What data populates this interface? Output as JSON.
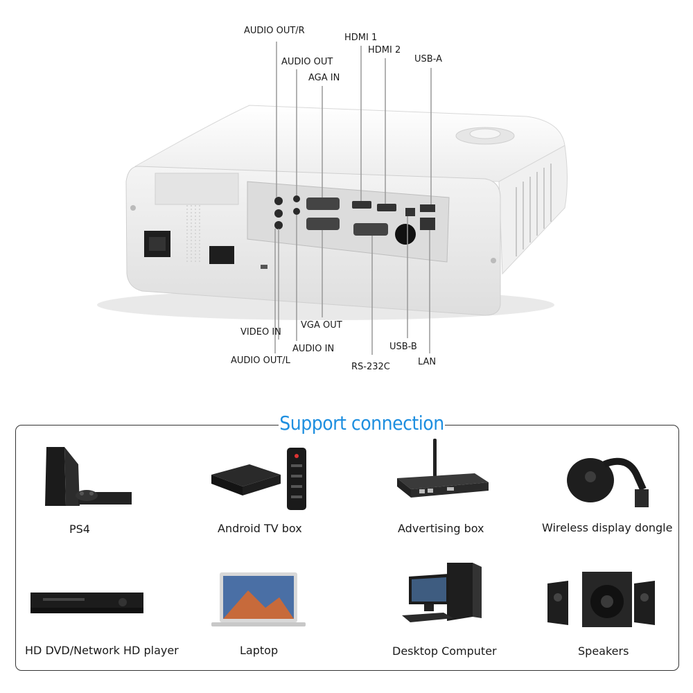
{
  "ports": {
    "audio_out_r": "AUDIO OUT/R",
    "audio_out": "AUDIO OUT",
    "aga_in": "AGA IN",
    "hdmi_1": "HDMI 1",
    "hdmi_2": "HDMI 2",
    "usb_a": "USB-A",
    "video_in": "VIDEO IN",
    "vga_out": "VGA OUT",
    "audio_in": "AUDIO IN",
    "audio_out_l": "AUDIO OUT/L",
    "usb_b": "USB-B",
    "rs_232c": "RS-232C",
    "lan": "LAN"
  },
  "support": {
    "title": "Support connection",
    "devices": [
      {
        "label": "PS4",
        "icon": "ps4-console-icon"
      },
      {
        "label": "Android TV box",
        "icon": "tv-box-icon"
      },
      {
        "label": "Advertising box",
        "icon": "advertising-box-icon"
      },
      {
        "label": "Wireless display dongle",
        "icon": "dongle-icon"
      },
      {
        "label": "HD DVD/Network HD player",
        "icon": "dvd-player-icon"
      },
      {
        "label": "Laptop",
        "icon": "laptop-icon"
      },
      {
        "label": "Desktop Computer",
        "icon": "desktop-computer-icon"
      },
      {
        "label": "Speakers",
        "icon": "speakers-icon"
      }
    ]
  },
  "colors": {
    "accent": "#1e8fe0",
    "projector_body": "#f2f2f2",
    "port_panel": "#dcdcdc"
  }
}
